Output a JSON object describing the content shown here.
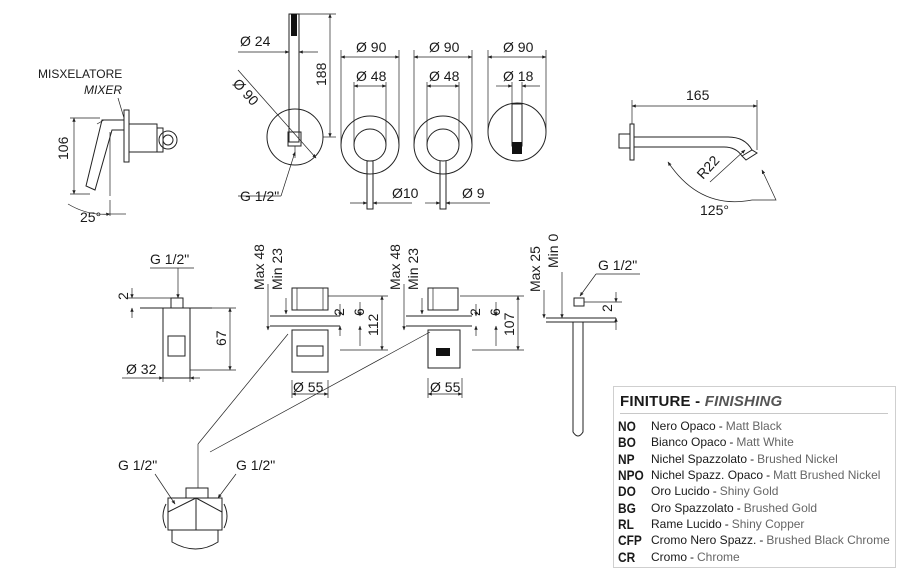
{
  "colors": {
    "line": "#222222",
    "panel_border": "#cfcfcf",
    "english_text": "#666666"
  },
  "mixer_view": {
    "label_it": "MISXELATORE",
    "label_en": "MIXER",
    "dim_height": "106",
    "dim_angle": "25°"
  },
  "top_views": {
    "dia_24": "Ø 24",
    "dim_188": "188",
    "dia_90_diag": "Ø 90",
    "thread": "G 1/2\"",
    "dia_90_a": "Ø 90",
    "dia_48_a": "Ø 48",
    "dia_90_b": "Ø 90",
    "dia_48_b": "Ø 48",
    "dia_90_c": "Ø 90",
    "dia_18": "Ø 18",
    "dia_10": "Ø10",
    "dia_9": "Ø 9"
  },
  "spout_view": {
    "dim_165": "165",
    "radius": "R22",
    "angle": "125°"
  },
  "side_views": {
    "thread_left": "G 1/2\"",
    "dim_2_left": "2",
    "dim_67": "67",
    "dia_32": "Ø 32",
    "max_48_a": "Max 48",
    "min_23_a": "Min 23",
    "dim_2_a": "2",
    "dim_6_a": "6",
    "dim_112": "112",
    "dia_55_a": "Ø 55",
    "max_48_b": "Max 48",
    "min_23_b": "Min 23",
    "dim_2_b": "2",
    "dim_6_b": "6",
    "dim_107": "107",
    "dia_55_b": "Ø 55",
    "max_25": "Max 25",
    "min_0": "Min 0",
    "thread_right": "G 1/2\"",
    "dim_2_right": "2"
  },
  "valve_body": {
    "thread_left": "G 1/2\"",
    "thread_right": "G 1/2\""
  },
  "finishes": {
    "title": "FINITURE",
    "separator": "-",
    "title_en": "FINISHING",
    "items": [
      {
        "code": "NO",
        "it": "Nero Opaco",
        "en": "Matt Black"
      },
      {
        "code": "BO",
        "it": "Bianco Opaco",
        "en": "Matt White"
      },
      {
        "code": "NP",
        "it": "Nichel Spazzolato",
        "en": "Brushed Nickel"
      },
      {
        "code": "NPO",
        "it": "Nichel Spazz. Opaco",
        "en": "Matt Brushed Nickel"
      },
      {
        "code": "DO",
        "it": "Oro Lucido",
        "en": "Shiny Gold"
      },
      {
        "code": "BG",
        "it": "Oro Spazzolato",
        "en": "Brushed Gold"
      },
      {
        "code": "RL",
        "it": "Rame Lucido",
        "en": "Shiny Copper"
      },
      {
        "code": "CFP",
        "it": "Cromo Nero Spazz.",
        "en": "Brushed Black Chrome"
      },
      {
        "code": "CR",
        "it": "Cromo",
        "en": "Chrome"
      }
    ]
  }
}
